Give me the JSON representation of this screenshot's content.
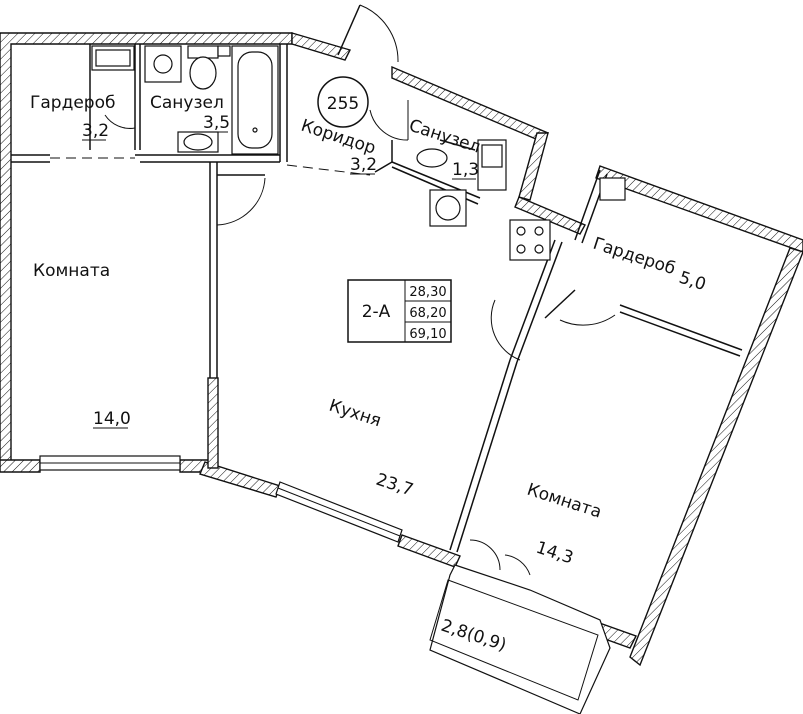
{
  "apartment": {
    "number": "255",
    "type": "2-А",
    "areas": [
      "28,30",
      "68,20",
      "69,10"
    ]
  },
  "rooms": {
    "wardrobe_left": {
      "name": "Гардероб",
      "area": "3,2"
    },
    "bathroom_left": {
      "name": "Санузел",
      "area": "3,5"
    },
    "corridor": {
      "name": "Коридор",
      "area": "3,2"
    },
    "bathroom_right": {
      "name": "Санузел",
      "area": "1,3"
    },
    "wardrobe_right": {
      "name": "Гардероб",
      "area": "5,0"
    },
    "room_left": {
      "name": "Комната",
      "area": "14,0"
    },
    "kitchen": {
      "name": "Кухня",
      "area": "23,7"
    },
    "room_right": {
      "name": "Комната",
      "area": "14,3"
    },
    "balcony": {
      "area": "2,8(0,9)"
    }
  }
}
